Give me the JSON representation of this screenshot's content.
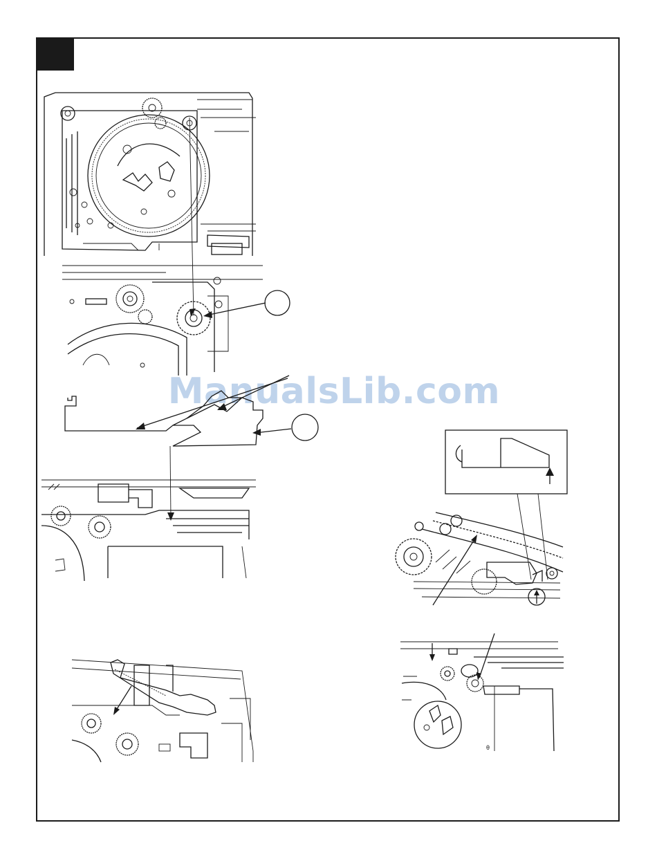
{
  "page": {
    "watermark": "ManualsLib.com",
    "colors": {
      "line": "#1a1a1a",
      "watermark": "#b9cfe9",
      "background": "#ffffff"
    }
  },
  "figures": [
    {
      "id": "top-chassis-overview",
      "callout": ""
    },
    {
      "id": "gear-detail",
      "callout": ""
    },
    {
      "id": "rack-lever",
      "callout": ""
    },
    {
      "id": "rack-installed",
      "callout": ""
    },
    {
      "id": "rack-tilted-install",
      "callout": ""
    },
    {
      "id": "inset-detail",
      "callout": ""
    },
    {
      "id": "gear-engagement",
      "callout": ""
    },
    {
      "id": "final-assembly",
      "callout": ""
    }
  ]
}
